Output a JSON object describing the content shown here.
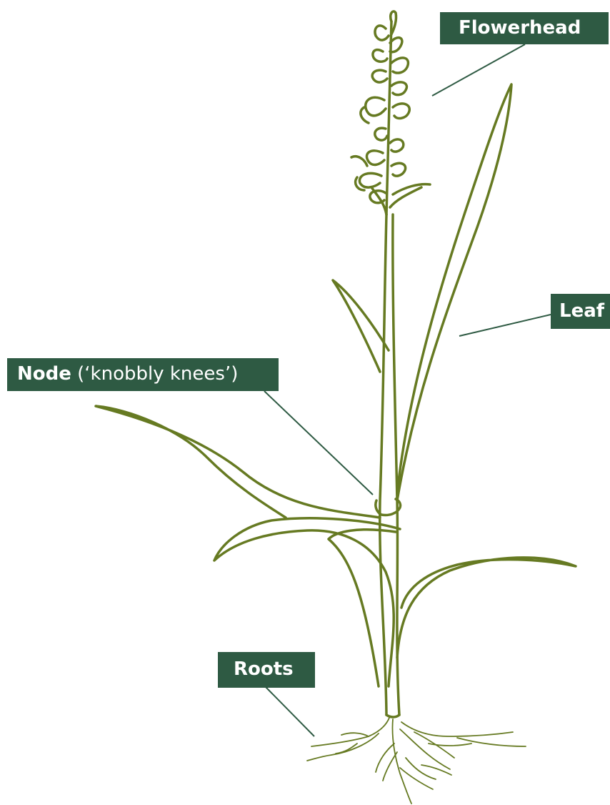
{
  "labels": {
    "flowerhead": "Flowerhead",
    "leaf": "Leaf",
    "node_bold": "Node",
    "node_rest": " (‘knobbly knees’)",
    "roots": "Roots"
  },
  "colors": {
    "plant": "#667a22",
    "label_bg": "#2e5a43",
    "label_text": "#ffffff",
    "leader": "#2e5a43"
  }
}
